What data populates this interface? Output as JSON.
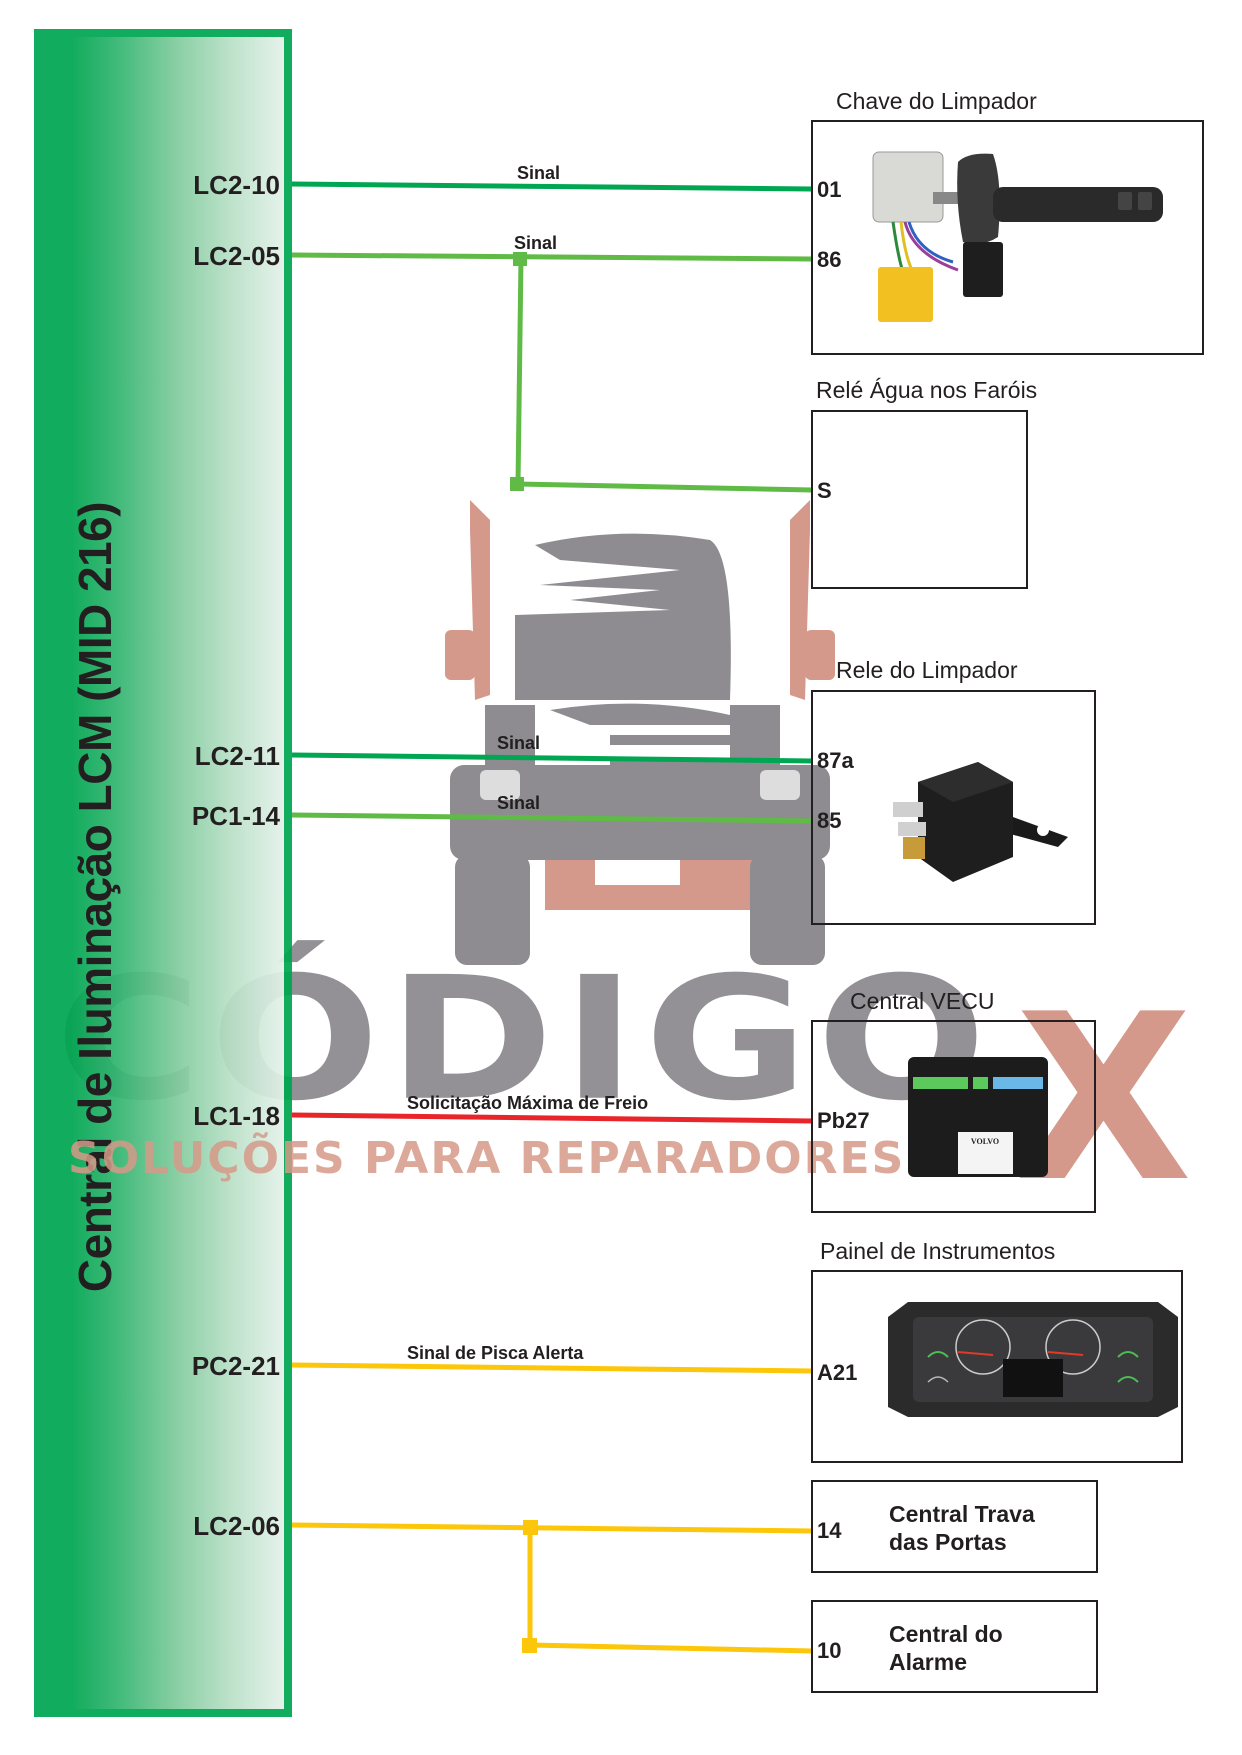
{
  "module": {
    "title": "Central de Iluminação LCM (MID 216)",
    "color": "#00a651",
    "pins": [
      "LC2-10",
      "LC2-05",
      "LC2-11",
      "PC1-14",
      "LC1-18",
      "PC2-21",
      "LC2-06"
    ]
  },
  "wire_colors": {
    "dark_green": "#00a651",
    "light_green": "#5fbb46",
    "red": "#e8262a",
    "yellow": "#fcc60a"
  },
  "wires": [
    {
      "from": "LC2-10",
      "to_component": "Chave do Limpador",
      "to_terminal": "01",
      "label": "Sinal",
      "color": "dark_green"
    },
    {
      "from": "LC2-05",
      "to_component": "Chave do Limpador",
      "to_terminal": "86",
      "label": "Sinal",
      "color": "light_green"
    },
    {
      "from": "LC2-05",
      "to_component": "Relé Água nos Faróis",
      "to_terminal": "S",
      "label": "",
      "color": "light_green",
      "branch": true
    },
    {
      "from": "LC2-11",
      "to_component": "Rele do Limpador",
      "to_terminal": "87a",
      "label": "Sinal",
      "color": "dark_green"
    },
    {
      "from": "PC1-14",
      "to_component": "Rele do Limpador",
      "to_terminal": "85",
      "label": "Sinal",
      "color": "light_green"
    },
    {
      "from": "LC1-18",
      "to_component": "Central VECU",
      "to_terminal": "Pb27",
      "label": "Solicitação Máxima de Freio",
      "color": "red"
    },
    {
      "from": "PC2-21",
      "to_component": "Painel de Instrumentos",
      "to_terminal": "A21",
      "label": "Sinal de Pisca Alerta",
      "color": "yellow"
    },
    {
      "from": "LC2-06",
      "to_component": "Central Trava das Portas",
      "to_terminal": "14",
      "label": "",
      "color": "yellow"
    },
    {
      "from": "LC2-06",
      "to_component": "Central do Alarme",
      "to_terminal": "10",
      "label": "",
      "color": "yellow",
      "branch": true
    }
  ],
  "labels": {
    "sinal_1": "Sinal",
    "sinal_2": "Sinal",
    "sinal_3": "Sinal",
    "sinal_4": "Sinal",
    "freio": "Solicitação Máxima de Freio",
    "pisca": "Sinal de Pisca Alerta"
  },
  "components": {
    "chave": {
      "title": "Chave do Limpador",
      "terminals": [
        "01",
        "86"
      ],
      "image": "wiper-switch-photo"
    },
    "rele_agua": {
      "title": "Relé Água nos Faróis",
      "terminals": [
        "S"
      ]
    },
    "rele_limp": {
      "title": "Rele do Limpador",
      "terminals": [
        "87a",
        "85"
      ],
      "image": "relay-photo"
    },
    "vecu": {
      "title": "Central VECU",
      "terminals": [
        "Pb27"
      ],
      "image": "vecu-photo",
      "brand": "VOLVO"
    },
    "painel": {
      "title": "Painel de Instrumentos",
      "terminals": [
        "A21"
      ],
      "image": "instrument-cluster-photo"
    },
    "trava": {
      "name_line1": "Central Trava",
      "name_line2": "das Portas",
      "terminals": [
        "14"
      ]
    },
    "alarme": {
      "name_line1": "Central do",
      "name_line2": "Alarme",
      "terminals": [
        "10"
      ]
    }
  },
  "watermark": {
    "brand": "CÓDIGO",
    "brand_x": "X",
    "tagline": "SOLUÇÕES PARA REPARADORES",
    "icon": "truck-front-icon"
  }
}
